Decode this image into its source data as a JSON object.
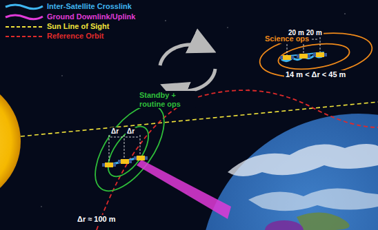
{
  "diagram": {
    "labels": [
      "Science ops",
      "20 m",
      "20 m",
      "14 m < Δr < 45 m",
      "Standby + routine ops",
      "Δr",
      "Δr",
      "Δr ≈ 100 m"
    ],
    "legend": [
      {
        "text": "Inter-Satellite Crosslink"
      },
      {
        "text": "Ground Downlink/Uplink"
      },
      {
        "text": "Sun Line of Sight"
      },
      {
        "text": "Reference Orbit"
      }
    ]
  }
}
